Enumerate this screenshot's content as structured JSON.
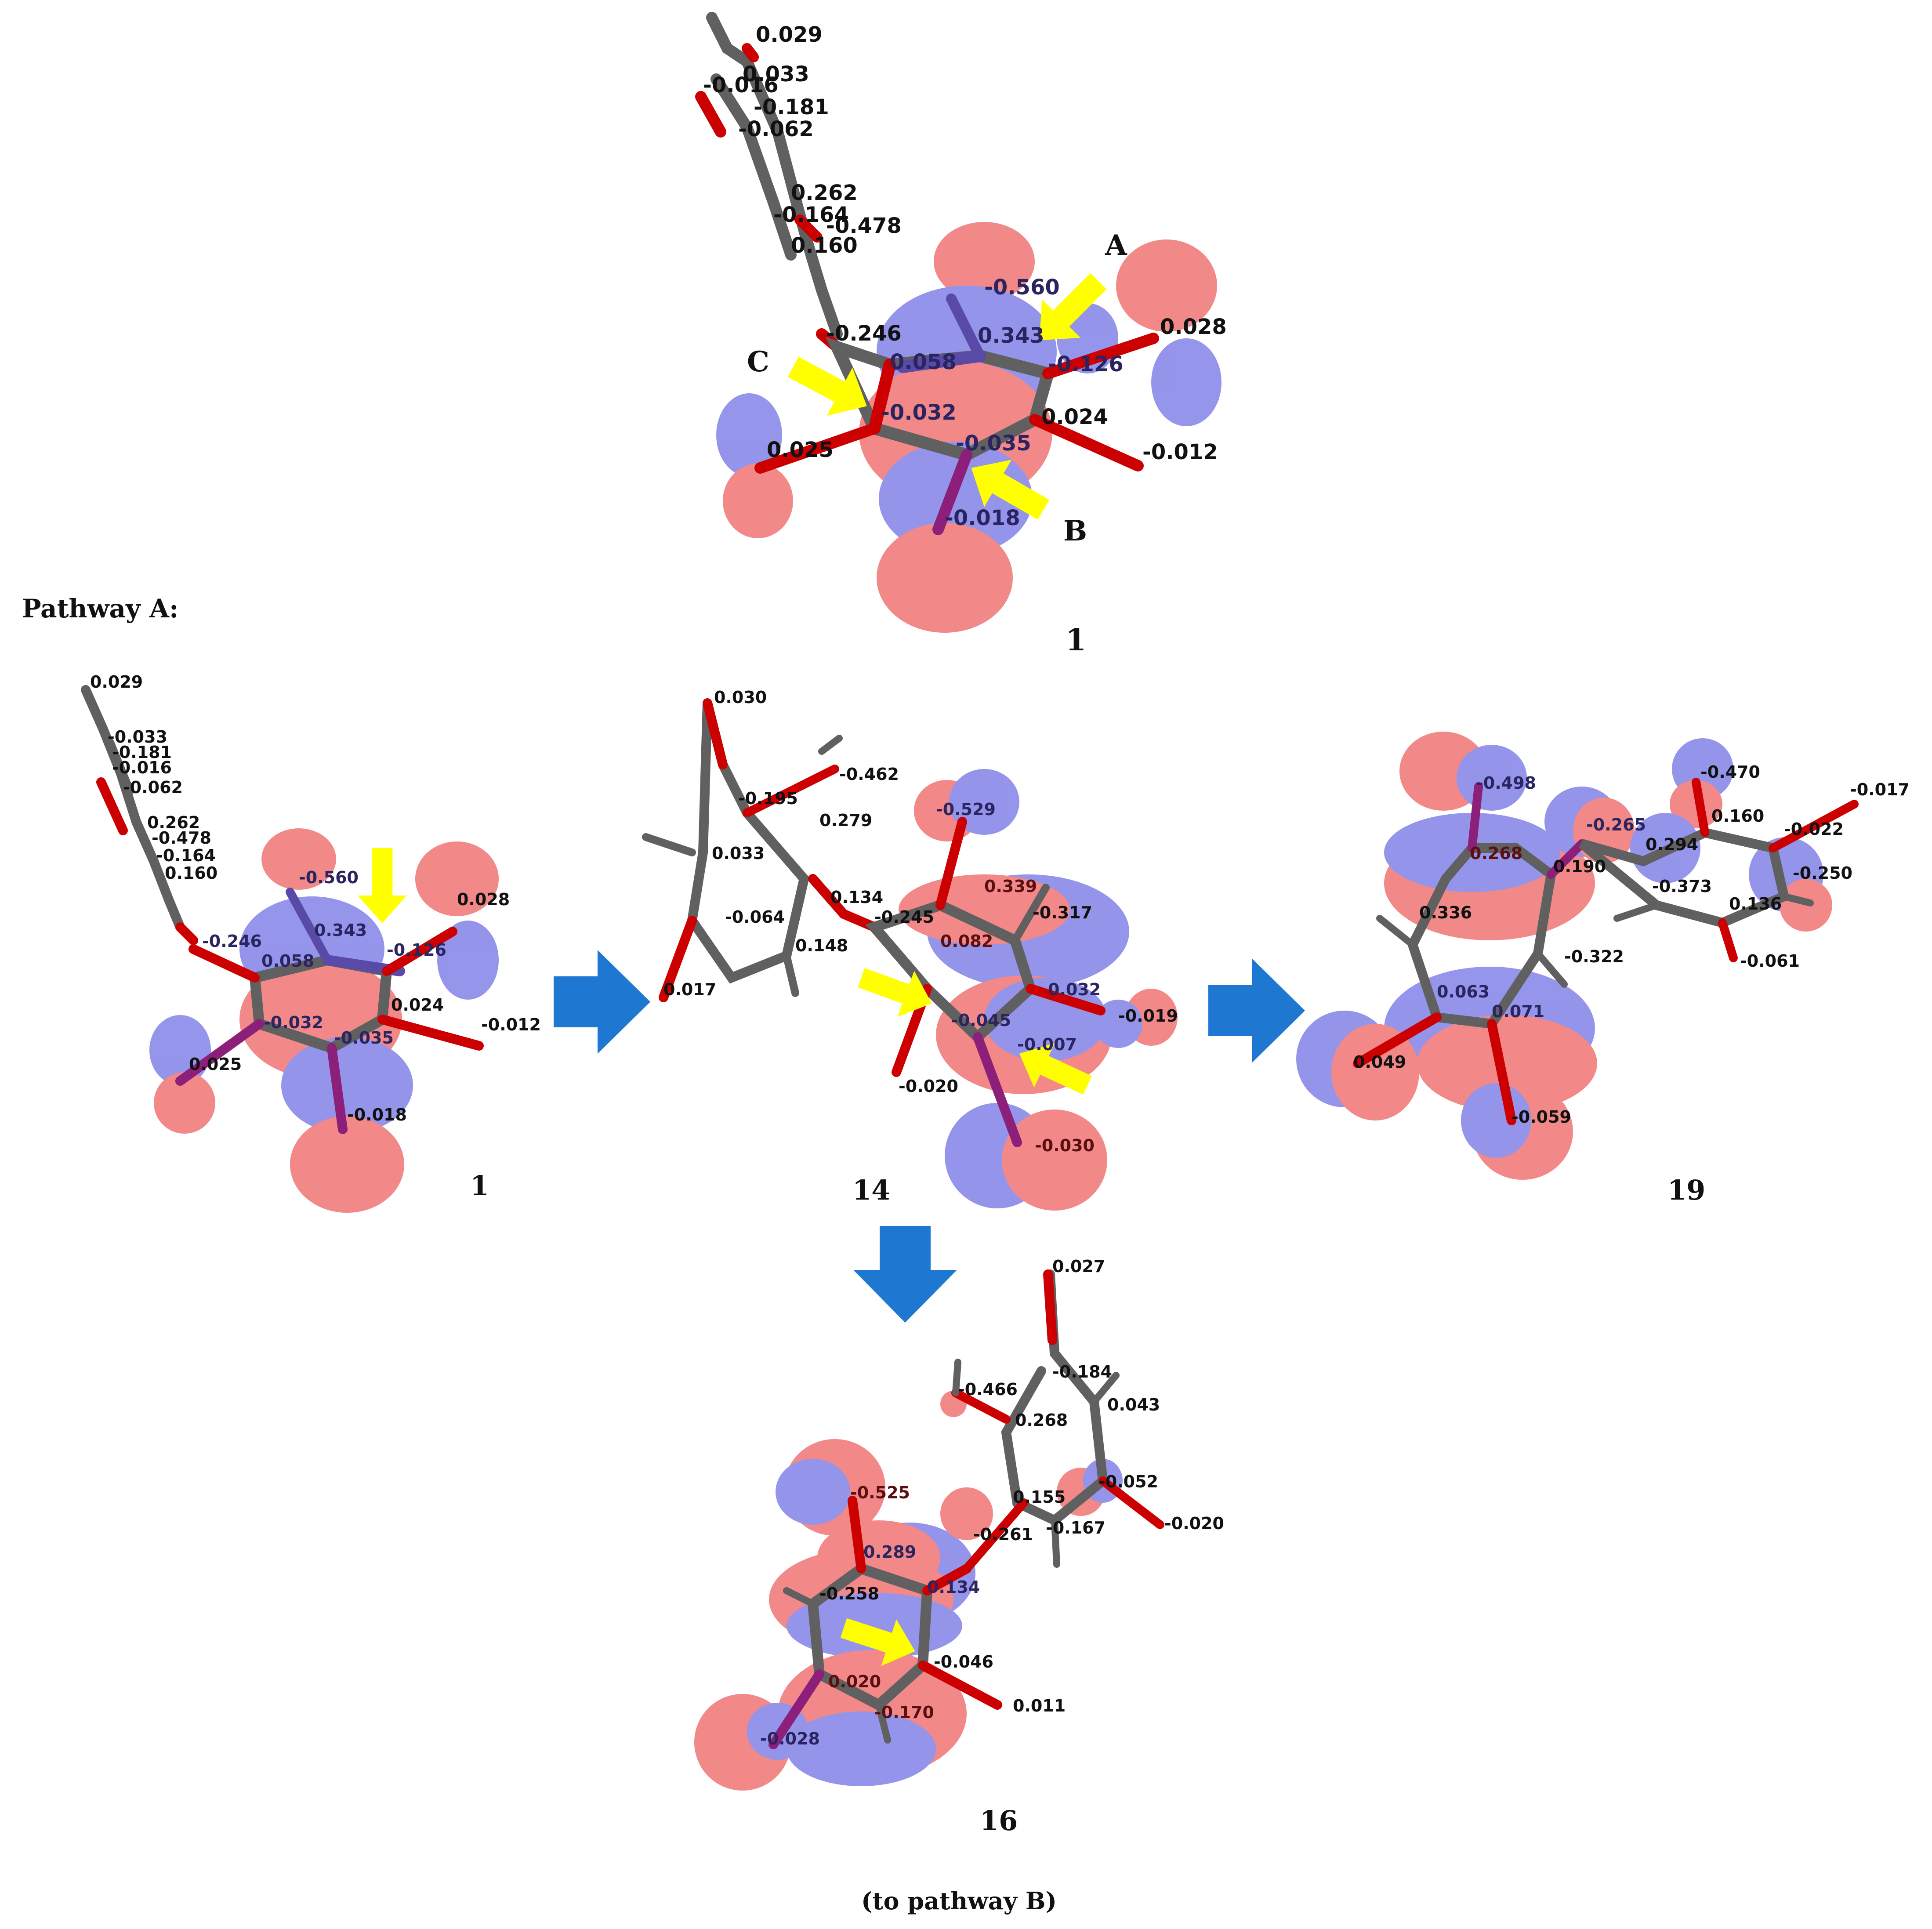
{
  "pathway_title": "Pathway A:",
  "footer": "(to pathway B)",
  "colors": {
    "orbital_positive": "#ef6b6b",
    "orbital_negative": "#7a7ae6",
    "arrow_yellow": "#ffff00",
    "arrow_blue": "#1e78d2",
    "bond_carbon": "#606060",
    "bond_oxygen": "#cc0000",
    "bond_nitrogen": "#5a4aa8",
    "bond_iodine": "#8b1f7a"
  },
  "icons": {
    "attack_arrow": "yellow-arrow-icon",
    "reaction_arrow": "blue-arrow-icon"
  },
  "structures": {
    "s1_top": {
      "label": "1",
      "site_labels": [
        "A",
        "B",
        "C"
      ],
      "charges": [
        "0.029",
        "0.033",
        "-0.016",
        "-0.181",
        "-0.062",
        "0.262",
        "-0.164",
        "-0.478",
        "0.160",
        "-0.560",
        "-0.246",
        "0.343",
        "0.028",
        "0.058",
        "-0.126",
        "-0.032",
        "0.024",
        "-0.035",
        "-0.012",
        "0.025",
        "-0.018"
      ]
    },
    "s1": {
      "label": "1",
      "charges": [
        "0.029",
        "-0.033",
        "-0.181",
        "-0.016",
        "-0.062",
        "0.262",
        "-0.478",
        "-0.164",
        "0.160",
        "-0.560",
        "0.028",
        "-0.246",
        "0.343",
        "-0.126",
        "0.058",
        "0.024",
        "-0.012",
        "-0.032",
        "-0.035",
        "0.025",
        "-0.018"
      ]
    },
    "s14": {
      "label": "14",
      "charges": [
        "0.030",
        "-0.462",
        "-0.195",
        "0.279",
        "-0.529",
        "0.033",
        "0.339",
        "0.134",
        "-0.245",
        "-0.317",
        "-0.064",
        "0.082",
        "0.148",
        "0.032",
        "-0.019",
        "-0.045",
        "0.017",
        "-0.007",
        "-0.020",
        "-0.030"
      ]
    },
    "s19": {
      "label": "19",
      "charges": [
        "-0.017",
        "-0.470",
        "-0.498",
        "-0.265",
        "0.160",
        "-0.022",
        "0.268",
        "0.294",
        "0.190",
        "-0.250",
        "-0.373",
        "0.336",
        "0.136",
        "-0.322",
        "-0.061",
        "0.063",
        "0.071",
        "0.049",
        "-0.059"
      ]
    },
    "s16": {
      "label": "16",
      "charges": [
        "0.027",
        "-0.184",
        "-0.466",
        "0.043",
        "0.268",
        "-0.052",
        "0.155",
        "-0.020",
        "-0.525",
        "-0.261",
        "-0.167",
        "0.289",
        "0.134",
        "-0.258",
        "-0.046",
        "0.020",
        "0.011",
        "-0.170",
        "-0.028"
      ]
    }
  }
}
